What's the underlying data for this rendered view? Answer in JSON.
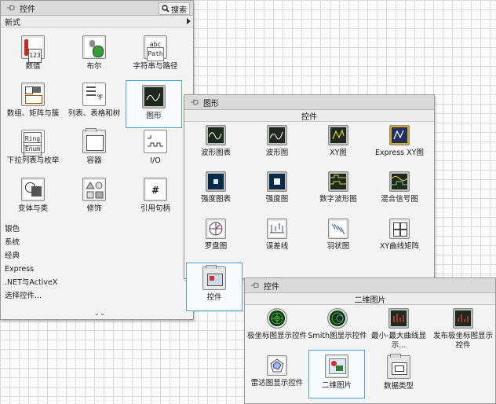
{
  "palette_main": {
    "title": "控件",
    "search_label": "搜索",
    "subpalette_label": "新式",
    "items": [
      {
        "label": "数值",
        "icon": "numeric-icon"
      },
      {
        "label": "布尔",
        "icon": "boolean-icon"
      },
      {
        "label": "字符串与路径",
        "icon": "string-path-icon"
      },
      {
        "label": "数组、矩阵与簇",
        "icon": "array-matrix-cluster-icon"
      },
      {
        "label": "列表、表格和树",
        "icon": "list-table-tree-icon"
      },
      {
        "label": "图形",
        "icon": "graph-icon"
      },
      {
        "label": "下拉列表与枚举",
        "icon": "ring-enum-icon"
      },
      {
        "label": "容器",
        "icon": "container-icon"
      },
      {
        "label": "I/O",
        "icon": "io-icon"
      },
      {
        "label": "变体与类",
        "icon": "variant-class-icon"
      },
      {
        "label": "修饰",
        "icon": "decorations-icon"
      },
      {
        "label": "引用句柄",
        "icon": "refnum-icon"
      }
    ],
    "categories": [
      "银色",
      "系统",
      "经典",
      "Express",
      ".NET与ActiveX",
      "选择控件..."
    ],
    "icon_texts": {
      "numeric": "123",
      "string": "abc",
      "path": "Path",
      "ring": "Ring",
      "enum": "Enum",
      "refnum": "#"
    }
  },
  "palette_graph": {
    "title": "图形",
    "section_label": "控件",
    "items": [
      {
        "label": "波形图表",
        "icon": "waveform-chart-icon"
      },
      {
        "label": "波形图",
        "icon": "waveform-graph-icon"
      },
      {
        "label": "XY图",
        "icon": "xy-graph-icon"
      },
      {
        "label": "Express XY图",
        "icon": "express-xy-graph-icon"
      },
      {
        "label": "强度图表",
        "icon": "intensity-chart-icon"
      },
      {
        "label": "强度图",
        "icon": "intensity-graph-icon"
      },
      {
        "label": "数字波形图",
        "icon": "digital-waveform-graph-icon"
      },
      {
        "label": "混合信号图",
        "icon": "mixed-signal-graph-icon"
      },
      {
        "label": "罗盘图",
        "icon": "compass-plot-icon"
      },
      {
        "label": "误差线",
        "icon": "error-bar-plot-icon"
      },
      {
        "label": "羽状图",
        "icon": "feather-plot-icon"
      },
      {
        "label": "XY曲线矩阵",
        "icon": "xy-plot-matrix-icon"
      },
      {
        "label": "控件",
        "icon": "controls-folder-icon"
      }
    ]
  },
  "palette_controls": {
    "title": "控件",
    "section_label": "二维图片",
    "items": [
      {
        "label": "极坐标图显示控件",
        "icon": "polar-plot-indicator-icon"
      },
      {
        "label": "Smith图显示控件",
        "icon": "smith-plot-indicator-icon"
      },
      {
        "label": "最小-最大曲线显示...",
        "icon": "min-max-plot-indicator-icon"
      },
      {
        "label": "发布极坐标图显示控件",
        "icon": "distribution-polar-plot-icon"
      },
      {
        "label": "雷达图显示控件",
        "icon": "radar-plot-indicator-icon"
      },
      {
        "label": "二维图片",
        "icon": "2d-picture-icon"
      },
      {
        "label": "数据类型",
        "icon": "datatypes-icon"
      }
    ]
  },
  "colors": {
    "selection_border": "#5aa0d8",
    "titlebar": "#dadada",
    "palette_bg": "#f3f3f3"
  }
}
